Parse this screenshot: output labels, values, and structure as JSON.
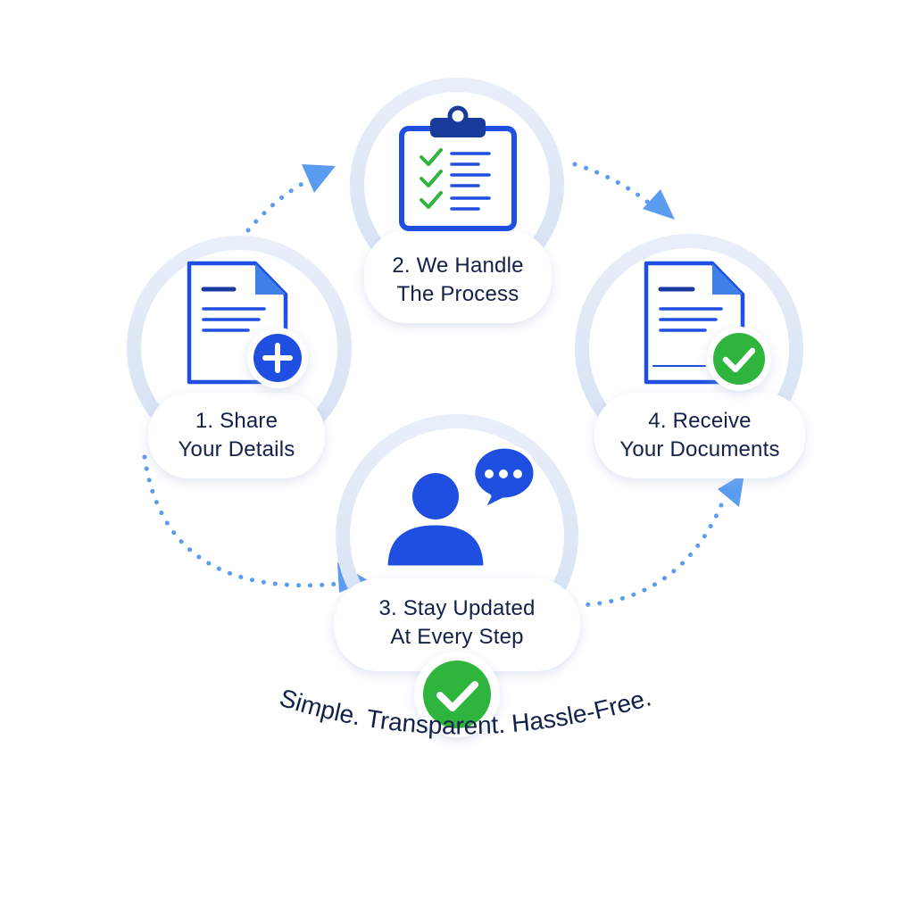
{
  "steps": [
    {
      "line1": "1. Share",
      "line2": "Your Details",
      "icon": "document-plus-icon"
    },
    {
      "line1": "2. We Handle",
      "line2": "The Process",
      "icon": "clipboard-checklist-icon"
    },
    {
      "line1": "3. Stay Updated",
      "line2": "At Every Step",
      "icon": "user-chat-icon"
    },
    {
      "line1": "4. Receive",
      "line2": "Your Documents",
      "icon": "document-check-icon"
    }
  ],
  "tagline": "Simple. Transparent. Hassle-Free.",
  "colors": {
    "primary_blue": "#1f4fe0",
    "dark_blue": "#1a3a9c",
    "light_blue": "#4f8ff0",
    "arrow_blue": "#5a9cf0",
    "green": "#2fb53d",
    "ring": "#dde7f6",
    "text": "#13204a"
  }
}
